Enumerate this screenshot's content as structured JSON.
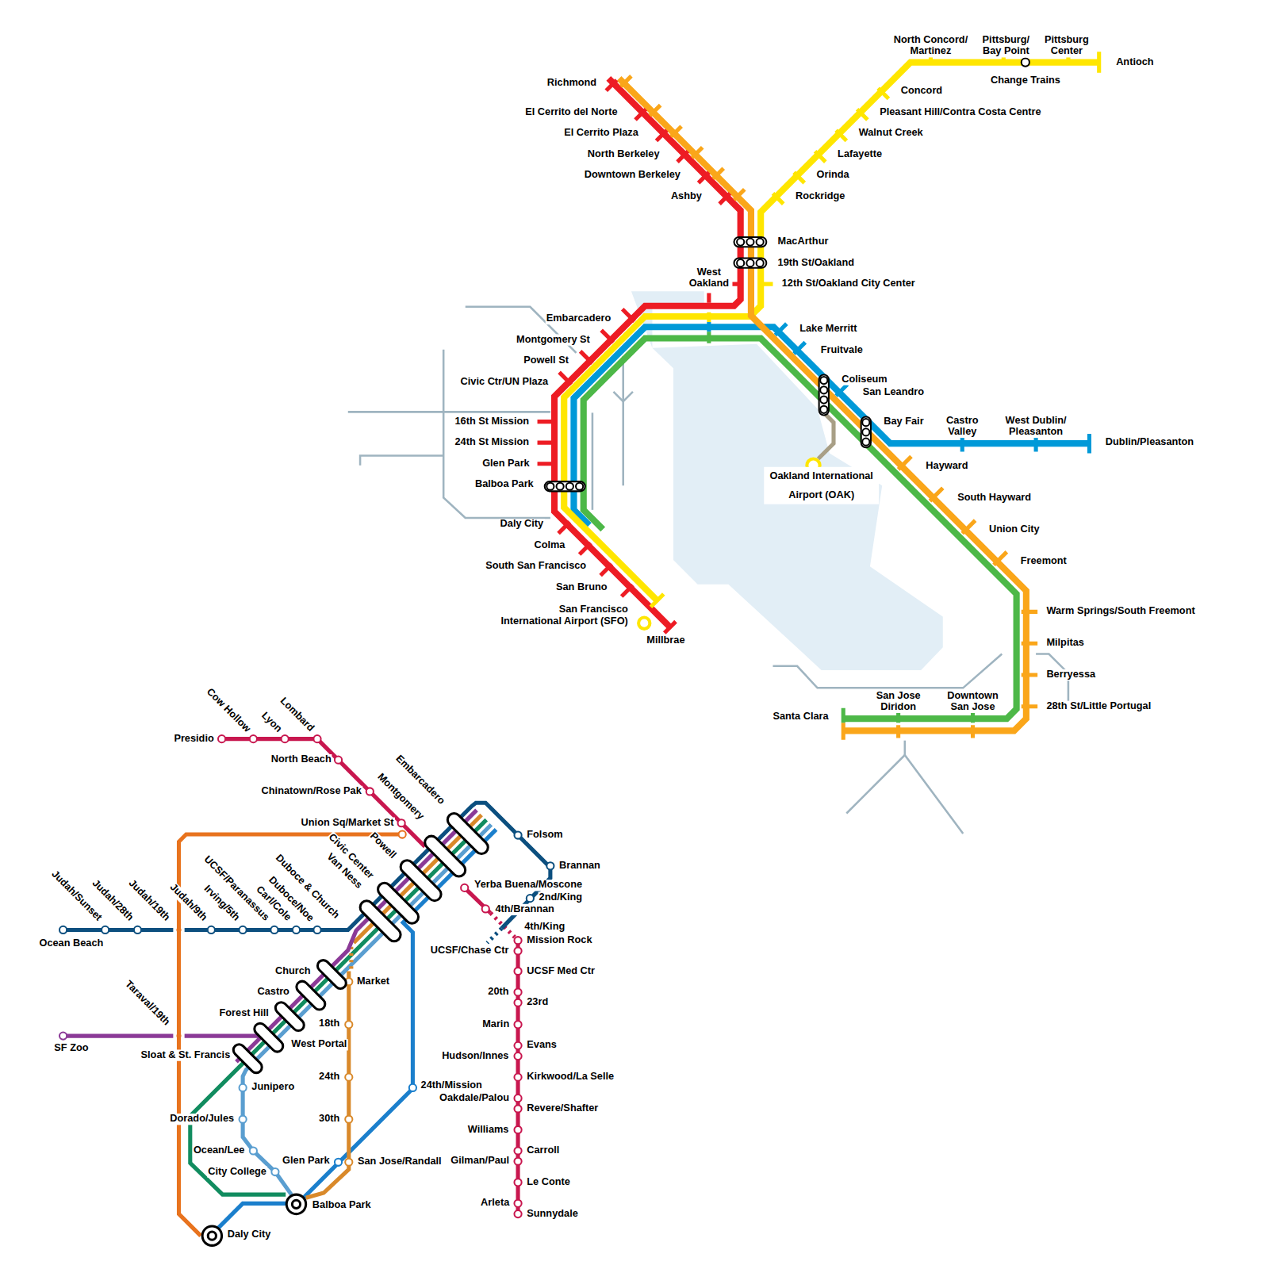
{
  "diagram": {
    "labels": [
      "North Concord/ Martinez",
      "Pittsburg/ Bay Point",
      "Pittsburg Center",
      "Antioch",
      "Change Trains",
      "Concord",
      "Pleasant Hill/Contra Costa Centre",
      "Walnut Creek",
      "Lafayette",
      "Orinda",
      "Rockridge",
      "MacArthur",
      "19th St/Oakland",
      "12th St/Oakland City Center",
      "West Oakland",
      "Richmond",
      "El Cerrito del Norte",
      "El Cerrito Plaza",
      "North Berkeley",
      "Downtown Berkeley",
      "Ashby",
      "Embarcadero",
      "Montgomery St",
      "Powell St",
      "Civic Ctr/UN Plaza",
      "16th St Mission",
      "24th St Mission",
      "Glen Park",
      "Balboa Park",
      "Daly City",
      "Colma",
      "South San Francisco",
      "San Bruno",
      "San Francisco International Airport (SFO)",
      "Millbrae",
      "Lake Merritt",
      "Fruitvale",
      "Coliseum",
      "San Leandro",
      "Oakland International Airport (OAK)",
      "Bay Fair",
      "Castro Valley",
      "West Dublin/ Pleasanton",
      "Dublin/Pleasanton",
      "Hayward",
      "South Hayward",
      "Union City",
      "Freemont",
      "Warm Springs/South Freemont",
      "Milpitas",
      "Berryessa",
      "28th St/Little Portugal",
      "San Jose Diridon",
      "Downtown San Jose",
      "Santa Clara",
      "Cow Hollow",
      "Lyon",
      "Lombard",
      "Presidio",
      "North Beach",
      "Chinatown/Rose Pak",
      "Union Sq/Market St",
      "Embarcadero",
      "Montgomery",
      "Powell",
      "Civic Center",
      "Van Ness",
      "Folsom",
      "Brannan",
      "Yerba Buena/Moscone",
      "2nd/King",
      "4th/Brannan",
      "4th/King",
      "Mission Rock",
      "UCSF/Chase Ctr",
      "UCSF Med Ctr",
      "20th",
      "23rd",
      "Marin",
      "Evans",
      "Hudson/Innes",
      "Kirkwood/La Selle",
      "Oakdale/Palou",
      "Revere/Shafter",
      "Williams",
      "Carroll",
      "Gilman/Paul",
      "Le Conte",
      "Arleta",
      "Sunnydale",
      "Judah/Sunset",
      "Judah/28th",
      "Judah/19th",
      "Judah/9th",
      "Irving/5th",
      "UCSF/Paranassus",
      "Carl/Cole",
      "Duboce/Noe",
      "Duboce & Church",
      "Ocean Beach",
      "Church",
      "Castro",
      "Forest Hill",
      "West Portal",
      "Sloat & St. Francis",
      "Taraval/19th",
      "SF Zoo",
      "Market",
      "18th",
      "24th",
      "30th",
      "Junipero",
      "Dorado/Jules",
      "Ocean/Lee",
      "City College",
      "Glen Park",
      "San Jose/Randall",
      "24th/Mission",
      "Balboa Park",
      "Daly City"
    ]
  }
}
